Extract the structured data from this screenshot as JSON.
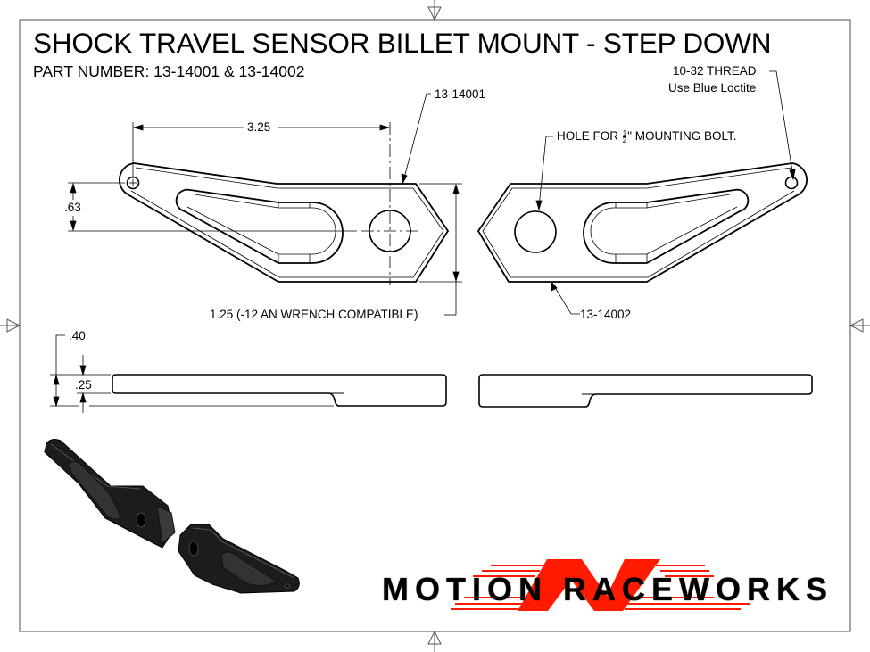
{
  "drawing": {
    "title": "SHOCK TRAVEL SENSOR BILLET MOUNT - STEP DOWN",
    "part_number_label": "PART NUMBER: 13-14001 & 13-14002"
  },
  "callouts": {
    "part_left": "13-14001",
    "part_right": "13-14002",
    "thread_line1": "10-32 THREAD",
    "thread_line2": "Use Blue Loctite",
    "hole_prefix": "HOLE FOR ",
    "hole_frac_num": "1",
    "hole_frac_den": "2",
    "hole_suffix": "\" MOUNTING BOLT."
  },
  "dimensions": {
    "hole_spacing": "3.25",
    "offset": ".63",
    "hex_width": "1.25 (-12 AN WRENCH COMPATIBLE)",
    "total_thickness": ".40",
    "step_thickness": ".25"
  },
  "logo": {
    "text": "MOTION RACEWORKS",
    "accent_color": "#ff1a00",
    "text_color": "#000000"
  },
  "colors": {
    "line": "#000000",
    "border": "#777777",
    "render": "#1a1a1a"
  }
}
